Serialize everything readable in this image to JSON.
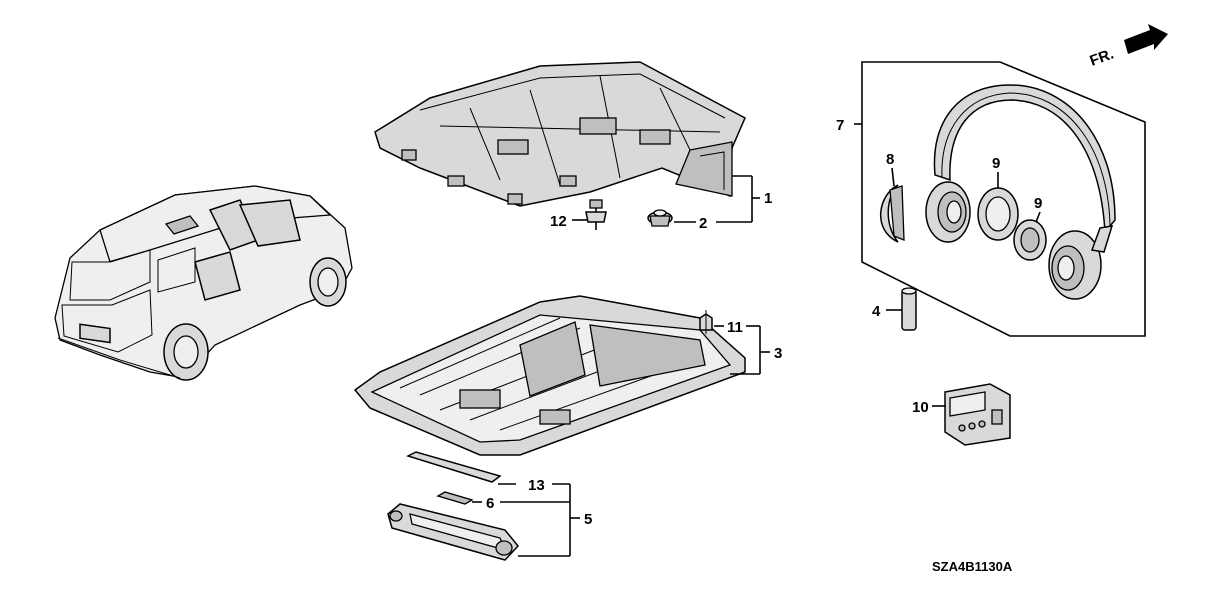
{
  "diagram": {
    "orientation_label": "FR.",
    "diagram_code": "SZA4B1130A",
    "callouts": {
      "c1": "1",
      "c2": "2",
      "c3": "3",
      "c4": "4",
      "c5": "5",
      "c6": "6",
      "c7": "7",
      "c8": "8",
      "c9a": "9",
      "c9b": "9",
      "c10": "10",
      "c11": "11",
      "c12": "12",
      "c13": "13"
    }
  }
}
